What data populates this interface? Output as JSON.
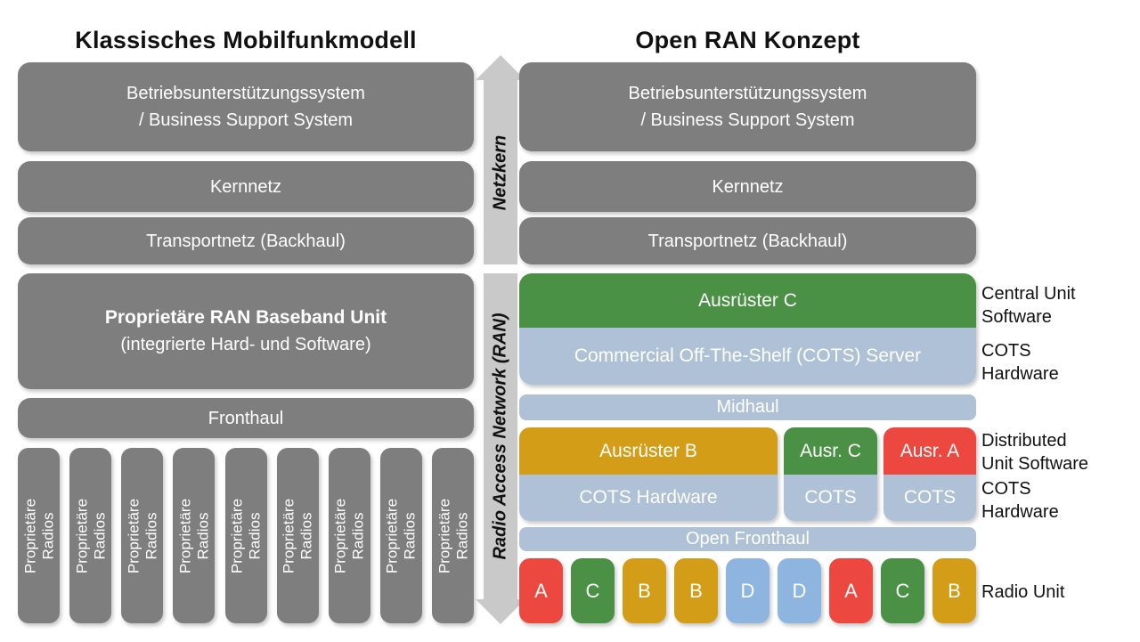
{
  "left": {
    "title": "Klassisches Mobilfunkmodell",
    "boxes": {
      "bss": "Betriebsunterstützungssystem\n/ Business Support System",
      "kernnetz": "Kernnetz",
      "transport": "Transportnetz (Backhaul)",
      "baseband_title": "Proprietäre RAN Baseband Unit",
      "baseband_subtitle": "(integrierte Hard- und Software)",
      "fronthaul": "Fronthaul"
    },
    "radios": [
      "Proprietäre\nRadios",
      "Proprietäre\nRadios",
      "Proprietäre\nRadios",
      "Proprietäre\nRadios",
      "Proprietäre\nRadios",
      "Proprietäre\nRadios",
      "Proprietäre\nRadios",
      "Proprietäre\nRadios",
      "Proprietäre\nRadios"
    ]
  },
  "axis": {
    "top_label": "Netzkern",
    "bottom_label": "Radio Access Network (RAN)"
  },
  "right": {
    "title": "Open RAN Konzept",
    "boxes": {
      "bss": "Betriebsunterstützungssystem\n/ Business Support System",
      "kernnetz": "Kernnetz",
      "transport": "Transportnetz (Backhaul)"
    },
    "central_unit": {
      "vendor": "Ausrüster C",
      "hardware": "Commercial Off-The-Shelf (COTS) Server"
    },
    "midhaul": "Midhaul",
    "distributed_units": [
      {
        "vendor": "Ausrüster B",
        "hardware": "COTS Hardware",
        "color": "#D39D17"
      },
      {
        "vendor": "Ausr. C",
        "hardware": "COTS",
        "color": "#4A9145"
      },
      {
        "vendor": "Ausr. A",
        "hardware": "COTS",
        "color": "#EC483F"
      }
    ],
    "open_fronthaul": "Open Fronthaul",
    "radio_units": [
      {
        "label": "A",
        "color": "#EC483F"
      },
      {
        "label": "C",
        "color": "#4A9145"
      },
      {
        "label": "B",
        "color": "#D39D17"
      },
      {
        "label": "B",
        "color": "#D39D17"
      },
      {
        "label": "D",
        "color": "#8EB4E0"
      },
      {
        "label": "D",
        "color": "#8EB4E0"
      },
      {
        "label": "A",
        "color": "#EC483F"
      },
      {
        "label": "C",
        "color": "#4A9145"
      },
      {
        "label": "B",
        "color": "#D39D17"
      }
    ]
  },
  "annotations": {
    "central_unit_software": "Central Unit\nSoftware",
    "cots_hardware_top": "COTS\nHardware",
    "distributed_unit_software": "Distributed\nUnit Software",
    "cots_hardware_bottom": "COTS\nHardware",
    "radio_unit": "Radio Unit"
  },
  "colors": {
    "box_gray": "#7E7E7E",
    "band_gray": "#C9C9C9",
    "vendor_green": "#4A9145",
    "vendor_gold": "#D39D17",
    "vendor_red": "#EC483F",
    "radio_blue": "#8EB4E0",
    "cots_blue": "#AEC1D6"
  }
}
